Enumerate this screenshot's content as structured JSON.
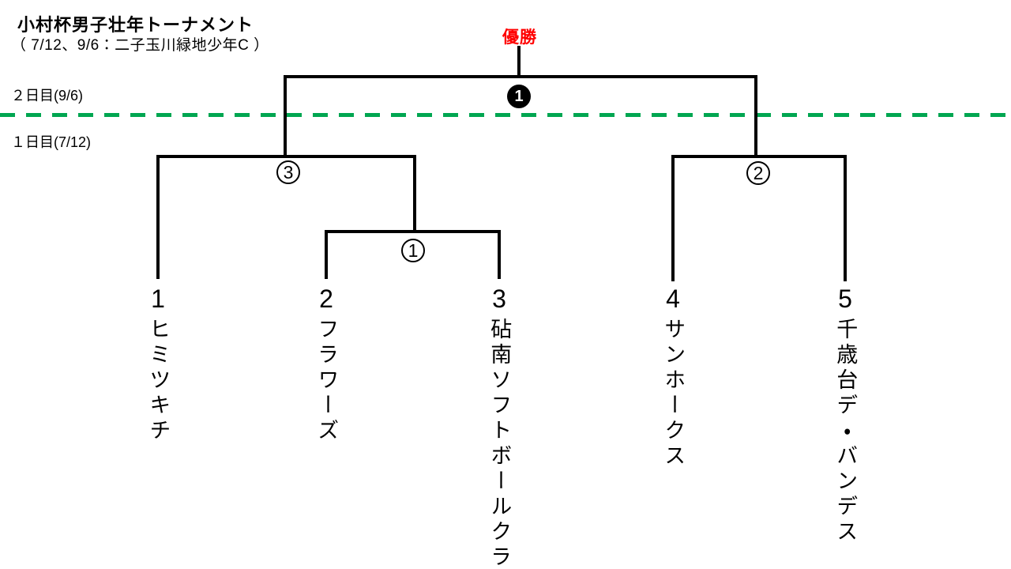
{
  "header": {
    "title": "小村杯男子壮年トーナメント",
    "subtitle": "（ 7/12、9/6：二子玉川緑地少年C ）"
  },
  "champion_label": "優勝",
  "rounds": {
    "day2_label": "２日目(9/6)",
    "day1_label": "１日目(7/12)"
  },
  "matches": {
    "final_number": "1",
    "semi_left_number": "3",
    "semi_right_number": "2",
    "first_round_number": "1"
  },
  "teams": [
    {
      "seed": "1",
      "name": "ヒミツキチ"
    },
    {
      "seed": "2",
      "name": "フラワーズ"
    },
    {
      "seed": "3",
      "name": "砧南ソフトボールクラブ"
    },
    {
      "seed": "4",
      "name": "サンホークス"
    },
    {
      "seed": "5",
      "name": "千歳台デ・バンデス"
    }
  ],
  "colors": {
    "bracket_line": "#000000",
    "day_divider_green": "#00A651",
    "champion_red": "#FF0000",
    "final_circle_fill": "#000000"
  }
}
